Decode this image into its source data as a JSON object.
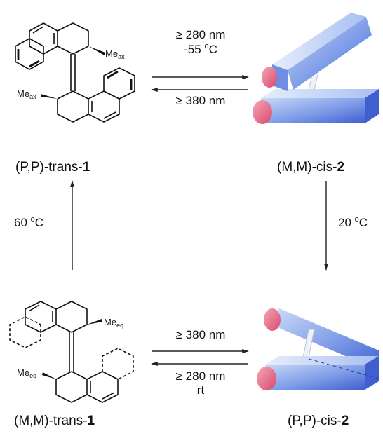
{
  "compounds": {
    "top_left": {
      "prefix": "(P,P)-trans-",
      "number": "1"
    },
    "top_right": {
      "prefix": "(M,M)-cis-",
      "number": "2"
    },
    "bottom_left": {
      "prefix": "(M,M)-trans-",
      "number": "1"
    },
    "bottom_right": {
      "prefix": "(P,P)-cis-",
      "number": "2"
    }
  },
  "substituents": {
    "top_upper": {
      "base": "Me",
      "sub": "ax"
    },
    "top_lower": {
      "base": "Me",
      "sub": "ax"
    },
    "bottom_upper": {
      "base": "Me",
      "sub": "eq"
    },
    "bottom_lower": {
      "base": "Me",
      "sub": "eq"
    }
  },
  "conditions": {
    "top_forward_line1": "≥ 280 nm",
    "top_forward_line2_value": "-55 ",
    "top_forward_line2_deg": "o",
    "top_forward_line2_unit": "C",
    "top_reverse": "≥ 380 nm",
    "left_value": "60 ",
    "left_deg": "o",
    "left_unit": "C",
    "right_value": "20 ",
    "right_deg": "o",
    "right_unit": "C",
    "bottom_forward": "≥ 380 nm",
    "bottom_reverse_line1": "≥ 280 nm",
    "bottom_reverse_line2": "rt"
  },
  "colors": {
    "blue_light": "#c9d8f7",
    "blue_mid": "#7e9ce8",
    "blue_dark": "#3f5fd0",
    "pink": "#e0607e"
  }
}
